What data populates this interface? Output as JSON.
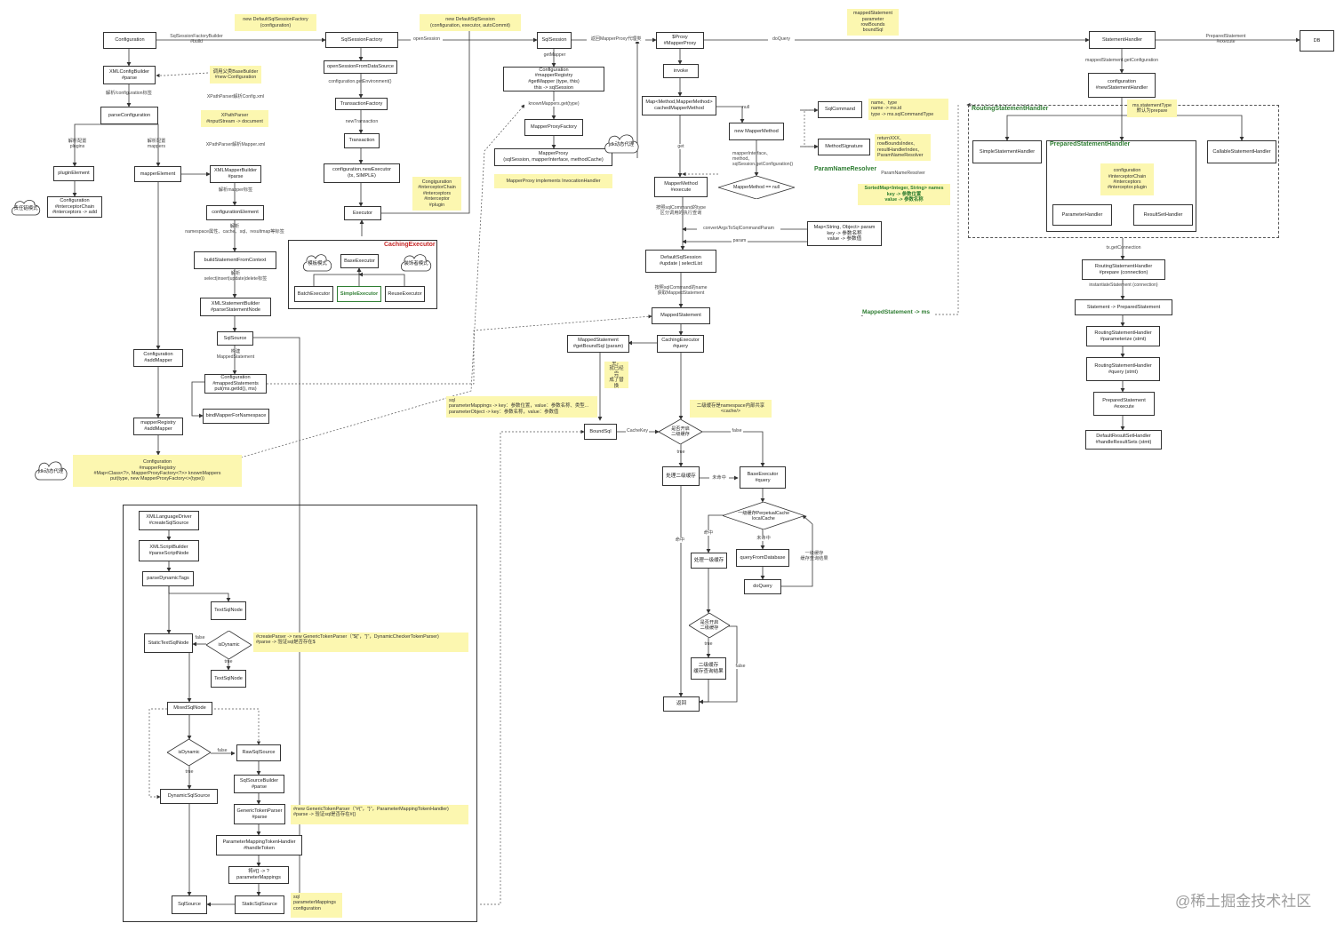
{
  "nodes": {
    "configuration": "Configuration",
    "sqlSessionFactory": "SqlSessionFactory",
    "sqlSession": "SqlSession",
    "proxy": "$Proxy\n#MapperProxy",
    "statementHandler": "StatementHandler",
    "db": "DB",
    "xmlConfigBuilder": "XMLConfigBuilder\n#parse",
    "parseConfiguration": "parseConfiguration",
    "pluginElement": "pluginElement",
    "interceptorChain": "Configuration\n#interceptorChain\n#interceptors -> add",
    "mapperElement": "mapperElement",
    "xmlMapperBuilder": "XMLMapperBuilder\n#parse",
    "configurationElement": "configurationElement",
    "buildStatement": "buildStatementFromContext",
    "xmlStatementBuilder": "XMLStatementBuilder\n#parseStatementNode",
    "sqlSource1": "SqlSource",
    "confMapped": "Configuration\n#mappedStatements\nput(ms.getId(), ms)",
    "bindMapper": "bindMapperForNamespace",
    "confAddMapper": "Configuration\n#addMapper",
    "mapperRegistryAdd": "mapperRegistry\n#addMapper",
    "openSessionDS": "openSessionFromDataSource",
    "transactionFactory": "TransactionFactory",
    "transaction": "Transaction",
    "newExecutor": "configuration.newExecutor\n(tx,  SIMPLE)",
    "executor": "Executor",
    "baseExecutor": "BaseExecutor",
    "batchExecutor": "BatchExecutor",
    "simpleExecutor": "SimpleExecutor",
    "reuseExecutor": "ReuseExecutor",
    "confMapperRegistry": "Configuration\n#mapperRegistry\n#getMapper  (type,  this)\nthis -> sqlSession",
    "mapperProxyFactory": "MapperProxyFactory",
    "mapperProxy": "MapperProxy\n(sqlSession, mapperInterface, methodCache)",
    "invoke": "invoke",
    "methodCache": "Map<Method,MapperMethod>\ncachedMapperMethod",
    "newMapperMethod": "new MapperMethod",
    "sqlCommand": "SqlCommand",
    "methodSignature": "MethodSignature",
    "mapperMethodExec": "MapperMethod\n#execute",
    "paramMap": "Map<String, Object> param\nkey -> 参数名称\nvalue -> 参数值",
    "defaultSqlSession": "DefaultSqlSession\n#update | selectList",
    "mappedStatement": "MappedStatement",
    "msGetBoundSql": "MappedStatement\n#getBoundSql  (param)",
    "cachingExecQuery": "CachingExecutor\n#query",
    "boundSql": "BoundSql",
    "handleL2": "处理二级缓存",
    "baseExecQuery": "BaseExecutor\n#query",
    "handleL1": "处理一级缓存",
    "queryFromDb": "queryFromDatabase",
    "doQuery": "doQuery",
    "l2Handle": "二级缓存\n缓存查询结果",
    "returnNode": "返回",
    "confNewSH": "configuration\n#newStatementHandler",
    "simpleSH": "SimpleStatementHandler",
    "callableSH": "CallableStatementHandler",
    "parameterHandler": "ParameterHandler",
    "resultSetHandler": "ResultSetHandler",
    "rshPrepare": "RoutingStatementHandler\n#prepare  (connection)",
    "stmtPrepared": "Statement -> PreparedStatement",
    "rshParam": "RoutingStatementHandler\n#parameterize  (stmt)",
    "rshQuery": "RoutingStatementHandler\n#query  (stmt)",
    "psExecute": "PreparedStatement\n#execute",
    "defaultRSH": "DefaultResultSetHandler\n#handleResultSets  (stmt)",
    "xmlLanguageDriver": "XMLLanguageDriver\n#createSqlSource",
    "xmlScriptBuilder": "XMLScriptBuilder\n#parseScriptNode",
    "parseDynamicTags": "parseDynamicTags",
    "textSqlNode1": "TextSqlNode",
    "staticTextSqlNode": "StaticTextSqlNode",
    "textSqlNode2": "TextSqlNode",
    "mixedSqlNode": "MixedSqlNode",
    "rawSqlSource": "RawSqlSource",
    "sqlSourceBuilder": "SqlSourceBuilder\n#parse",
    "dynamicSqlSource": "DynamicSqlSource",
    "genericTokenParser": "GenericTokenParser\n#parse",
    "paramMappingHandler": "ParameterMappingTokenHandler\n#handleToken",
    "paramMappings": "将#{} -> ?\nparameterMappings",
    "sqlSource2": "SqlSource",
    "staticSqlSource": "StaticSqlSource"
  },
  "diamonds": {
    "l2cache": "是否开启\n二级缓存",
    "perpetual": "一级缓存PerpetualCache\nlocalCache",
    "l2open": "是否开启\n二级缓存",
    "mapperMethodNull": "MapperMethod == null",
    "isDynamicTop": "isDynamic",
    "isDynamicBottom": "isDynamic"
  },
  "notes": {
    "newDefaultFactory": "new DefaultSqlSessionFactory\n(configuration)",
    "newDefaultSession": "new DefaultSqlSession\n(configuration,  executor,  autoCommit)",
    "mappedStatementNote": "mappedStatement\nparameter\nrowBounds\nboundSql",
    "baseBuilder": "调用父类BaseBuilder\n#new Configuration",
    "xpathParser": "XPathParser\n#inputStream -> document",
    "configInterceptor": "Congiguration\n#interceptorChain\n#interceptors\n#interceptor\n#plugin",
    "mapperProxyImpl": "MapperProxy implements InvocationHandler",
    "nameType": "name、type\nname -> ms.id\ntype -> ms.sqlCommandType",
    "returnXxx": "returnXXX、\nrowBoundsIndex、\nresultHandlerIndex、\nParamNameResolver",
    "sortedMap": "SortedMap<Integer, String> names\nkey -> 参数位置\nvalue -> 参数名称",
    "msPrepare": "ms.statementType\n默认为prepare",
    "confInterceptors": "configuration\n#interceptorChain\n#interceptors\n#interceptor.plugin",
    "dynamicSql": "$在这里，\n就已经完\n成了替换\n掉",
    "sqlParamNote": "sql\nparameterMappings -> key：参数位置，value：参数名称、类型...\nparameterObject -> key：参数名称，value：参数值",
    "l2NamespaceNote": "二级缓存是namespace内部共享\n<cache/>",
    "knownMappersNote": "Configuration\n#mapperRegistry\n#Map<Class<?>, MapperProxyFactory<?>> knownMappers\nput(type, new MapperProxyFactory<>(type))",
    "dollarParser": "#createParser -> new GenericTokenParser（\"${\"，\"}\"，DynamicCheckerTokenParser)\n#parse -> 验证sql是否存在$",
    "hashParser": "#new GenericTokenParser（\"#{\"，\"}\"，ParameterMappingTokenHandler)\n#parse -> 验证sql是否存在#{}",
    "sqlParamConfig": "sql\nparameterMappings\nconfiguration"
  },
  "labels": {
    "buildLabel": "SqlSessionFactoryBuilder\n#build",
    "openSession": "openSession",
    "getMapper": "getMapper",
    "proxyLabel": "返回MapperProxy代理类",
    "doQuery": "doQuery",
    "psExecuteLabel": "PreparedStatement\n#execute",
    "msGetConf": "mappedStatement.getConfiguration",
    "parseConfigTag": "解析/configuration标签",
    "xpathConfigXml": "XPathParser解析Config.xml",
    "xpathMapperXml": "XPathParser解析Mapper.xml",
    "parsePlugins": "解析配置\nplugins",
    "parseMappers": "解析配置\nmappers",
    "parseMapperTag": "解析mapper标签",
    "namespaceParse": "解析\nnamespace属性、cache、sql、resultmap等标签",
    "selectParse": "解析\nselect|insert|update|delete标签",
    "buildMs": "构建\nMappedStatement",
    "confGetEnv": "configuration.getEnvironment()",
    "newTransaction": "newTransaction",
    "knownMappersGet": "knownMappers.get(type)",
    "nullLabel": "null",
    "getLabel": "get",
    "mapperInterface": "mapperInterface、\nmethod、\nsqlSession.getConfiguration()",
    "paramNameResolverLbl": "ParamNameResolver",
    "commandType": "按照sqlCommand的type\n区分调用的执行查询",
    "convertArgs": "convertArgsToSqlCommandParam",
    "paramLbl": "param",
    "commandName": "按照sqlCommand的name\n获取MappedStatement",
    "msArrow": "MappedStatement -> ms",
    "cacheKey": "CacheKey",
    "falseLbl": "false",
    "trueLbl": "true",
    "missLbl": "未命中",
    "hitLbl": "命中",
    "missLbl2": "未命中",
    "l1CacheResult": "一级缓存\n缓存查询结果",
    "getConnection": "tx.getConnection",
    "instantiate": "instantiateStatement  (connection)",
    "trueLbl2": "true",
    "falseLbl2": "false",
    "trueLbl3": "true",
    "falseLbl3": "false",
    "trueLbl4": "true",
    "falseLbl4": "false",
    "hitLbl2": "命中"
  },
  "groups": {
    "routingSH": "RoutingStatementHandler",
    "preparedSH": "PreparedStatementHandler",
    "paramNameResolver": "ParamNameResolver",
    "cachingExecutor": "CachingExecutor"
  },
  "clouds": {
    "chainMode": "责任链模式",
    "templateMode": "模板模式",
    "decoratorMode": "装饰者模式",
    "jdkProxyTop": "jdk动态代理",
    "jdkProxyBottom": "jdk动态代理"
  },
  "watermark": "@稀土掘金技术社区",
  "colors": {
    "note": "#fcf7b0",
    "groupTitle": "#2e7d32",
    "highlight": "#c62828",
    "line": "#333333"
  }
}
